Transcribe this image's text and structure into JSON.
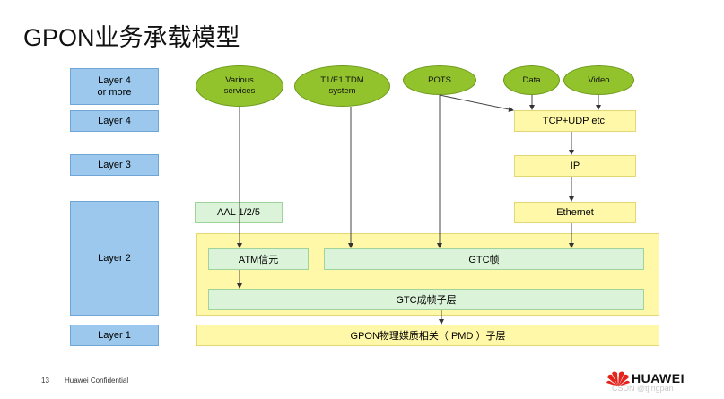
{
  "title": "GPON业务承载模型",
  "layers": {
    "l4_more": "Layer 4\nor more",
    "l4": "Layer 4",
    "l3": "Layer 3",
    "l2": "Layer 2",
    "l1": "Layer 1"
  },
  "services": {
    "various": "Various\nservices",
    "tdm": "T1/E1 TDM\nsystem",
    "pots": "POTS",
    "data": "Data",
    "video": "Video"
  },
  "boxes": {
    "tcp_udp": "TCP+UDP  etc.",
    "ip": "IP",
    "ethernet": "Ethernet",
    "aal": "AAL 1/2/5",
    "atm": "ATM信元",
    "gtc_frame": "GTC帧",
    "gtc_layer": "GTC成帧子层",
    "pmd": "GPON物理媒质相关（  PMD  ）子层"
  },
  "footer": {
    "page": "13",
    "confidential": "Huawei Confidential",
    "brand": "HUAWEI",
    "watermark": "CSDN @tjingpan"
  },
  "colors": {
    "layer_blue": "#9bc8ec",
    "yellow": "#fff8a8",
    "green_box": "#daf3d9",
    "olive": "#92c22c",
    "brand_red": "#e3231c"
  }
}
